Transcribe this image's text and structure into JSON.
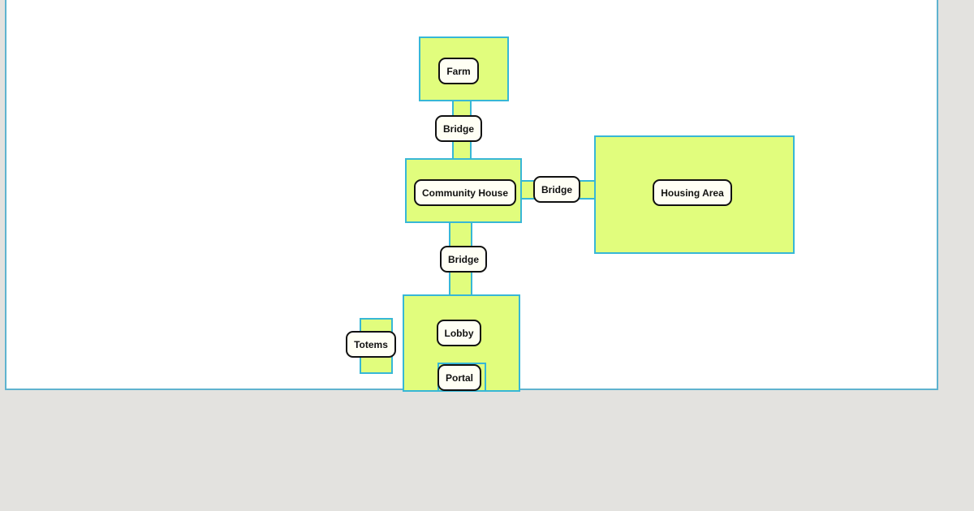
{
  "diagram": {
    "title": "",
    "colors": {
      "area_fill": "#e1fd7d",
      "area_border": "#37b7d6",
      "label_fill": "#fffff4",
      "label_border": "#111111",
      "canvas_bg": "#ffffff",
      "page_bg": "#e3e2df"
    },
    "areas": [
      {
        "id": "farm",
        "label": "Farm"
      },
      {
        "id": "community-house",
        "label": "Community House"
      },
      {
        "id": "housing-area",
        "label": "Housing Area"
      },
      {
        "id": "lobby",
        "label": "Lobby"
      },
      {
        "id": "portal",
        "label": "Portal"
      },
      {
        "id": "totems",
        "label": "Totems"
      }
    ],
    "bridges": [
      {
        "id": "bridge-farm-community",
        "label": "Bridge",
        "from": "Farm",
        "to": "Community House"
      },
      {
        "id": "bridge-community-housing",
        "label": "Bridge",
        "from": "Community House",
        "to": "Housing Area"
      },
      {
        "id": "bridge-community-lobby",
        "label": "Bridge",
        "from": "Community House",
        "to": "Lobby"
      }
    ]
  }
}
